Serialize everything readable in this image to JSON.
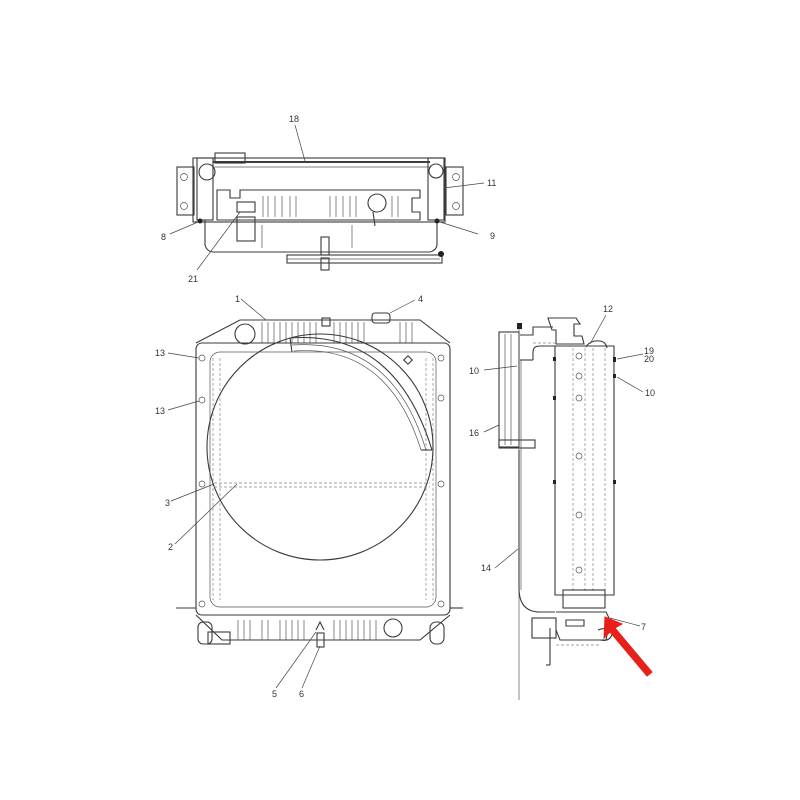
{
  "diagram": {
    "type": "exploded-parts-diagram",
    "subject": "radiator assembly",
    "views": [
      "top-view",
      "front-view",
      "side-view"
    ],
    "highlight_color": "#e8201a",
    "highlighted_part": "7",
    "callouts": {
      "top_view": [
        {
          "id": "c18",
          "label": "18"
        },
        {
          "id": "c11",
          "label": "11"
        },
        {
          "id": "c8",
          "label": "8"
        },
        {
          "id": "c9",
          "label": "9"
        },
        {
          "id": "c21",
          "label": "21"
        }
      ],
      "front_view": [
        {
          "id": "c1",
          "label": "1"
        },
        {
          "id": "c4",
          "label": "4"
        },
        {
          "id": "c13a",
          "label": "13"
        },
        {
          "id": "c13b",
          "label": "13"
        },
        {
          "id": "c3",
          "label": "3"
        },
        {
          "id": "c2",
          "label": "2"
        },
        {
          "id": "c5",
          "label": "5"
        },
        {
          "id": "c6",
          "label": "6"
        }
      ],
      "side_view": [
        {
          "id": "c12",
          "label": "12"
        },
        {
          "id": "c19",
          "label": "19"
        },
        {
          "id": "c20",
          "label": "20"
        },
        {
          "id": "c10a",
          "label": "10"
        },
        {
          "id": "c10b",
          "label": "10"
        },
        {
          "id": "c16",
          "label": "16"
        },
        {
          "id": "c14",
          "label": "14"
        },
        {
          "id": "c7",
          "label": "7"
        }
      ]
    }
  }
}
